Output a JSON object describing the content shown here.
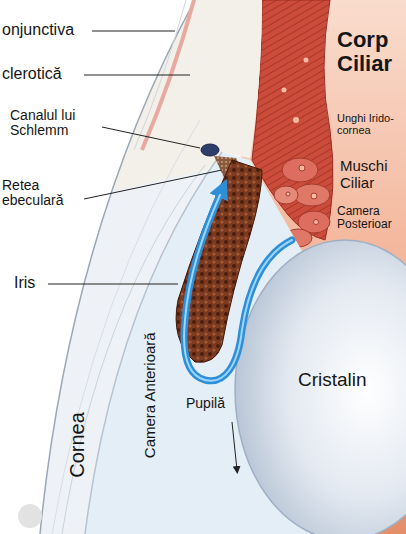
{
  "diagram": {
    "labels": [
      "onjunctiva",
      "clerotică",
      "Canalul lui Schlemm",
      "Retea ebeculară",
      "Iris",
      "Cornea",
      "Camera Anterioară",
      "Corp Ciliar",
      "Unghi Irido-cornea",
      "Muschi Ciliar",
      "Camera Posterioar",
      "Cristalin",
      "Pupilă"
    ]
  }
}
